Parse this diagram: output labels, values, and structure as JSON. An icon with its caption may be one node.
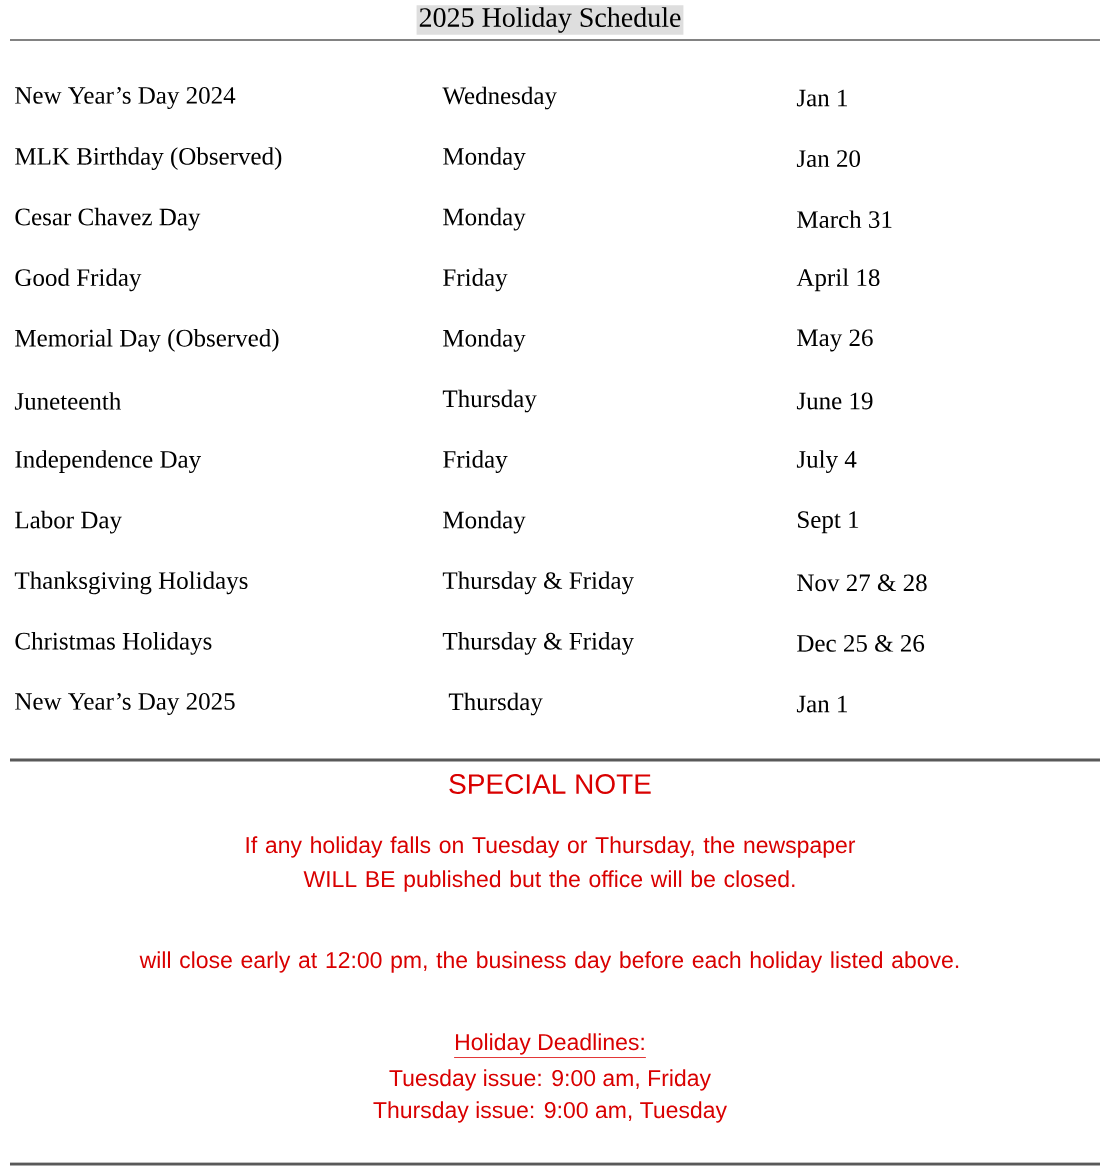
{
  "diagram": {
    "title": "2025 Holiday Schedule",
    "labels": [
      "New Year’s Day 2024",
      "Wednesday",
      "Jan 1",
      "MLK Birthday (Observed)",
      "Monday",
      "Jan 20",
      "Cesar Chavez Day",
      "Monday",
      "March 31",
      "Good Friday",
      "Friday",
      "April 18",
      "Memorial Day (Observed)",
      "Monday",
      "May 26",
      "Juneteenth",
      "Thursday",
      "June 19",
      "Independence Day",
      "Friday",
      "July 4",
      "Labor Day",
      "Monday",
      "Sept 1",
      "Thanksgiving Holidays",
      "Thursday & Friday",
      "Nov 27 & 28",
      "Christmas Holidays",
      "Thursday & Friday",
      "Dec 25 & 26",
      "New Year’s Day 2025",
      "Thursday",
      "Jan 1",
      "SPECIAL NOTE",
      "If any holiday falls on Tuesday or Thursday, the newspaper WILL BE published but the office will be closed.",
      "will close early at 12:00 pm, the business day before each holiday listed above.",
      "Holiday Deadlines:",
      "Tuesday issue: 9:00 am, Friday",
      "Thursday issue: 9:00 am, Tuesday"
    ]
  }
}
